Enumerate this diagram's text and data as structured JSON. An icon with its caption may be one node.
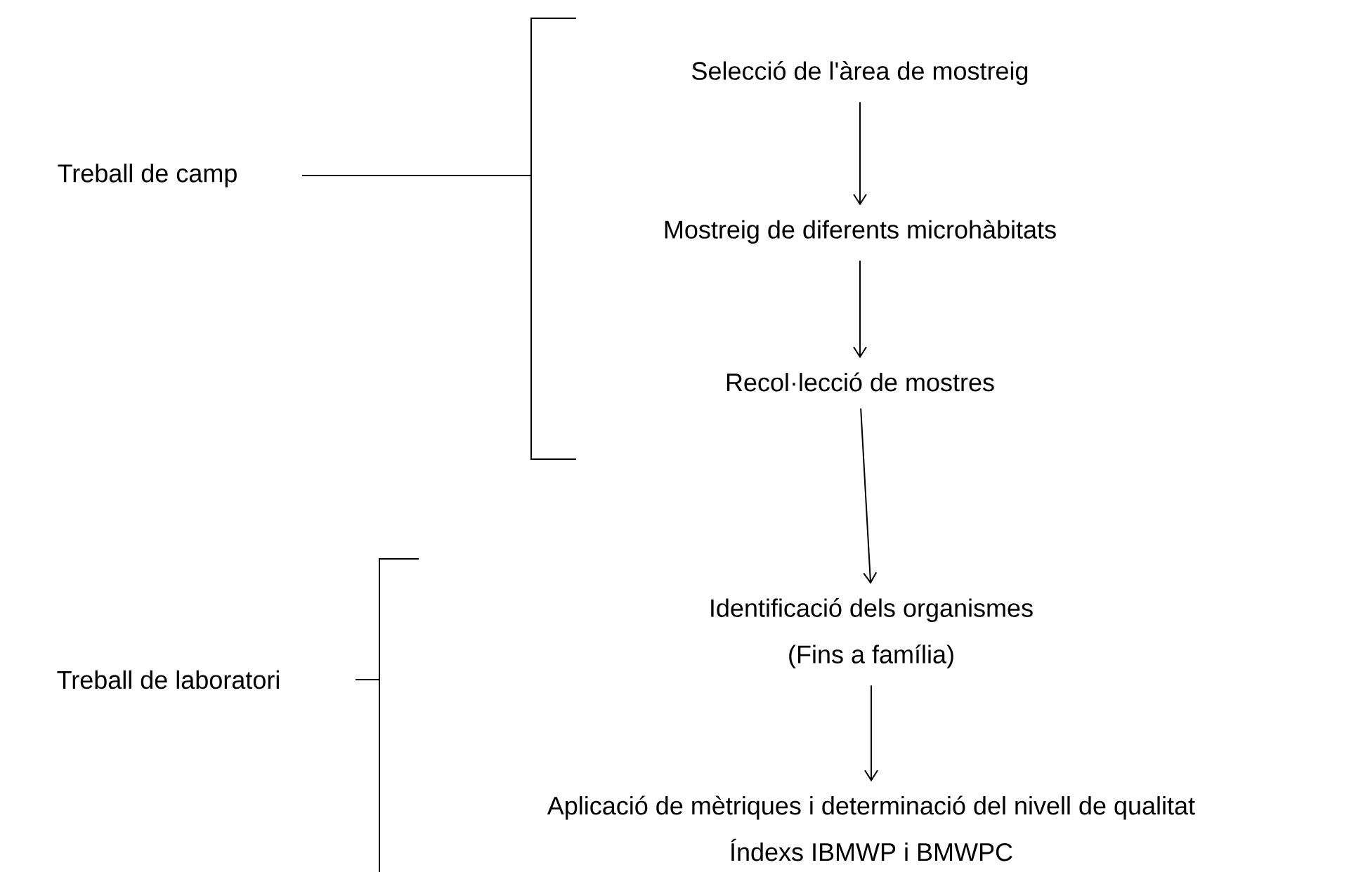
{
  "diagram": {
    "nodes": [
      {
        "text": [
          "Treball de camp"
        ]
      },
      {
        "text": [
          "Selecció de l'àrea de mostreig"
        ]
      },
      {
        "text": [
          "Mostreig de diferents microhàbitats"
        ]
      },
      {
        "text": [
          "Recol·lecció de mostres"
        ]
      },
      {
        "text": [
          "Treball de laboratori"
        ]
      },
      {
        "text": [
          "Identificació dels organismes",
          "(Fins a família)"
        ]
      },
      {
        "text": [
          "Aplicació de mètriques i determinació del nivell de qualitat",
          "Índexs IBMWP i BMWPC"
        ]
      }
    ],
    "edges": [
      {
        "from": 1,
        "to": 2,
        "arrow": "to"
      },
      {
        "from": 2,
        "to": 3,
        "arrow": "to"
      },
      {
        "from": 3,
        "to": 5,
        "arrow": "to"
      },
      {
        "from": 5,
        "to": 6,
        "arrow": "to"
      }
    ]
  }
}
